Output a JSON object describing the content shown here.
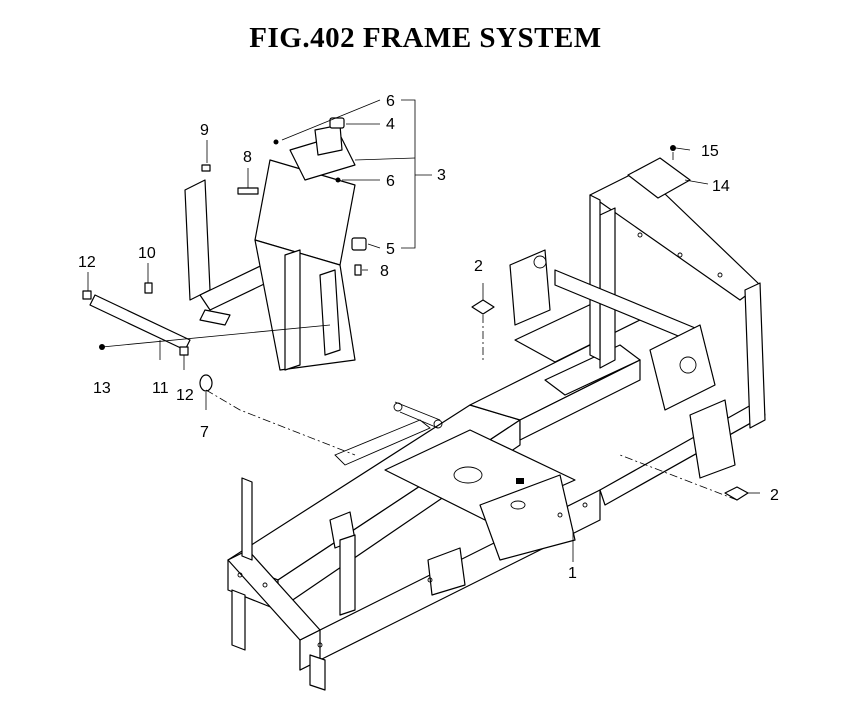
{
  "title": "FIG.402  FRAME SYSTEM",
  "callouts": [
    "1",
    "2",
    "2",
    "3",
    "4",
    "5",
    "6",
    "6",
    "7",
    "8",
    "8",
    "9",
    "10",
    "11",
    "12",
    "12",
    "13",
    "14",
    "15"
  ]
}
